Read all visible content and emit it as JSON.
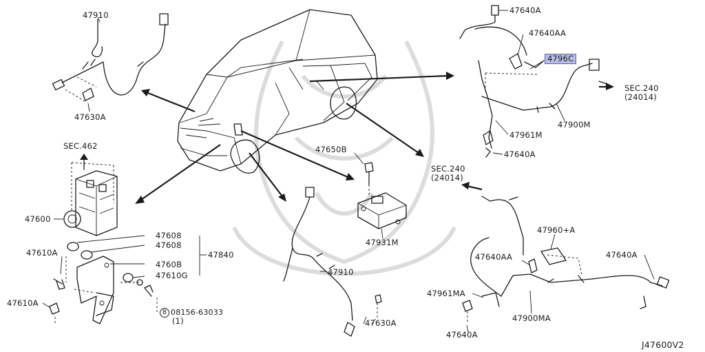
{
  "diagram_code": "J47600V2",
  "labels": {
    "p47910_top": "47910",
    "p47630A_top": "47630A",
    "sec462": "SEC.462",
    "p47600": "47600",
    "p47610A_a": "47610A",
    "p47610A_b": "47610A",
    "p47608_a": "47608",
    "p47608_b": "47608",
    "p47840": "47840",
    "p4760B": "4760B",
    "p47610G": "47610G",
    "bolt_code": "08156-63033",
    "bolt_circle": "B",
    "bolt_qty": "(1)",
    "p47650B": "47650B",
    "p47931M": "47931M",
    "p47910_mid": "47910",
    "p47630A_mid": "47630A",
    "p47640A_top": "47640A",
    "p47640AA_top": "47640AA",
    "p4796C": "4796C",
    "sec240_a": "SEC.240",
    "sec240_a_sub": "(24014)",
    "p47961M": "47961M",
    "p47900M": "47900M",
    "p47640A_mid": "47640A",
    "sec240_b": "SEC.240",
    "sec240_b_sub": "(24014)",
    "p47960A": "47960+A",
    "p47640AA_low": "47640AA",
    "p47640A_right": "47640A",
    "p47961MA": "47961MA",
    "p47900MA": "47900MA",
    "p47640A_bot": "47640A"
  },
  "colors": {
    "line": "#1a1a1a",
    "highlight": "#b9bde8",
    "watermark": "#dcdcdc"
  }
}
